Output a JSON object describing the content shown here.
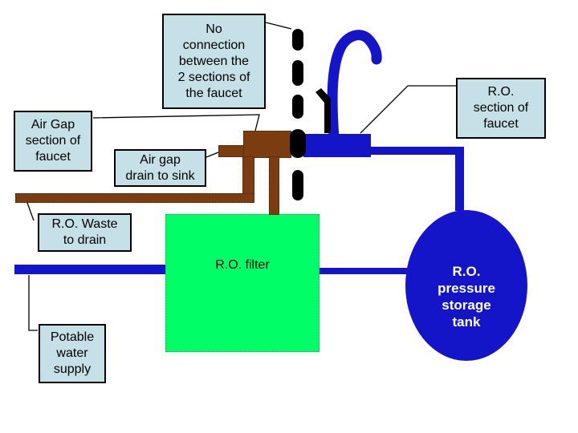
{
  "diagram": {
    "labels": {
      "no_connection": "No\nconnection\nbetween the\n2 sections of\nthe faucet",
      "air_gap_section": "Air Gap\nsection of\nfaucet",
      "air_gap_drain": "Air gap\ndrain to sink",
      "ro_section": "R.O.\nsection of\nfaucet",
      "ro_waste": "R.O. Waste\nto drain",
      "potable_supply": "Potable\nwater\nsupply",
      "ro_filter": "R.O. filter",
      "pressure_tank": "R.O.\npressure\nstorage\ntank"
    },
    "colors": {
      "label_fill": "#C5E0E6",
      "label_border": "#000000",
      "pipe_blue": "#1414C8",
      "drain_brown": "#7B3C10",
      "filter_green": "#00FF66",
      "dash_black": "#000000",
      "tank_text": "#FFFFFF"
    }
  }
}
